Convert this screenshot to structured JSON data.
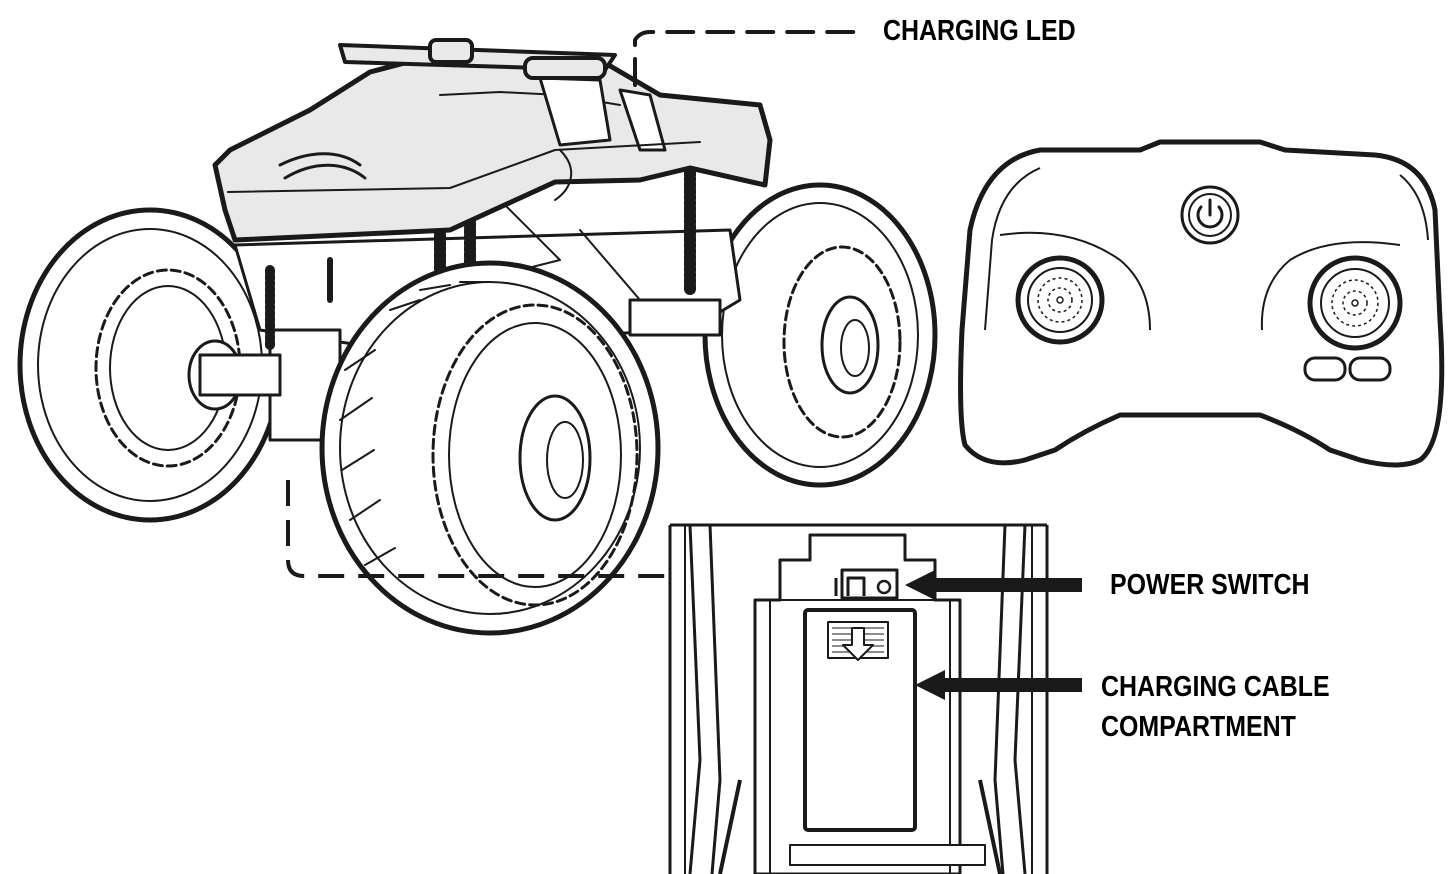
{
  "labels": {
    "charging_led": "CHARGING LED",
    "power_switch": "POWER SWITCH",
    "charging_cable_line1": "CHARGING CABLE",
    "charging_cable_line2": "COMPARTMENT"
  },
  "switch_marks": {
    "on": "I",
    "off": "O"
  },
  "colors": {
    "ink": "#1a1a1a",
    "body_fill": "#e9e9e9",
    "paper": "#ffffff"
  },
  "icons": [
    "power-icon",
    "arrow-down-icon"
  ]
}
